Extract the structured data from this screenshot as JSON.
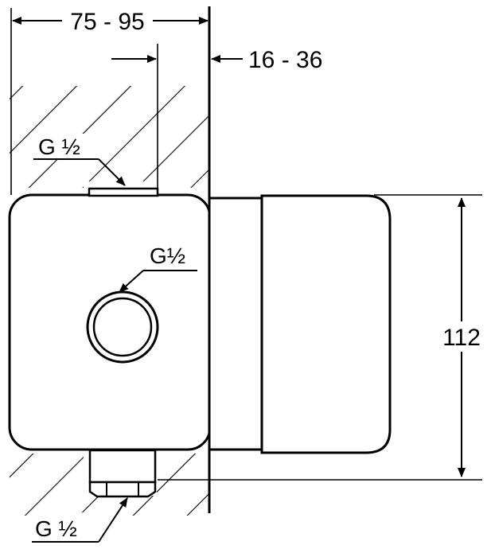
{
  "drawing": {
    "dimensions": {
      "wall_depth": "75 - 95",
      "cover_depth": "16 - 36",
      "height": "112"
    },
    "callouts": {
      "top_connection": "G ½",
      "front_connection": "G½",
      "bottom_connection": "G ½"
    },
    "colors": {
      "line": "#000000",
      "background": "#ffffff"
    }
  }
}
